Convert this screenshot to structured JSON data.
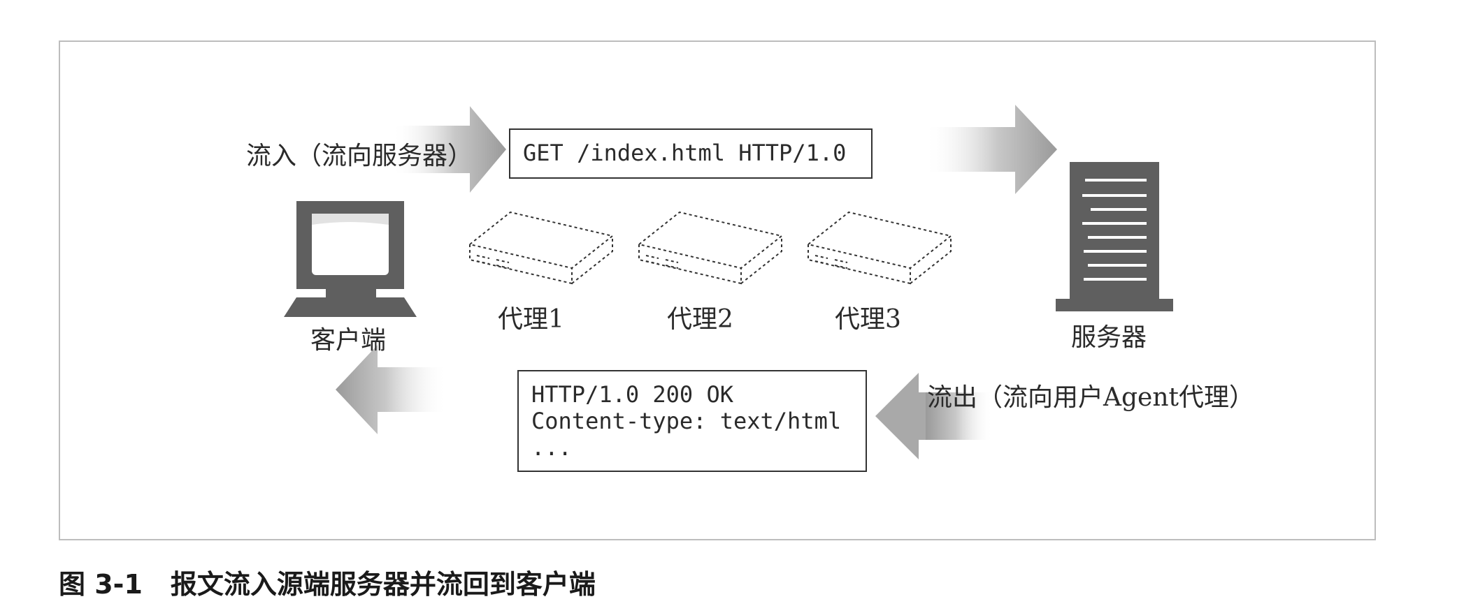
{
  "labels": {
    "inflow": "流入（流向服务器）",
    "outflow": "流出（流向用户Agent代理）",
    "client": "客户端",
    "server": "服务器",
    "proxies": [
      "代理1",
      "代理2",
      "代理3"
    ]
  },
  "request": {
    "line": "GET /index.html HTTP/1.0"
  },
  "response": {
    "lines": [
      "HTTP/1.0 200 OK",
      "Content-type: text/html",
      "..."
    ]
  },
  "caption": {
    "number": "图 3-1",
    "text": "报文流入源端服务器并流回到客户端"
  },
  "icons": {
    "client": "computer-monitor-icon",
    "server": "server-tower-icon",
    "proxy": "proxy-box-icon",
    "arrows": "gradient-arrow-icon"
  },
  "colors": {
    "device": "#5f5f5f",
    "arrow": "#a9a9a9",
    "border": "#bdbdbd"
  }
}
